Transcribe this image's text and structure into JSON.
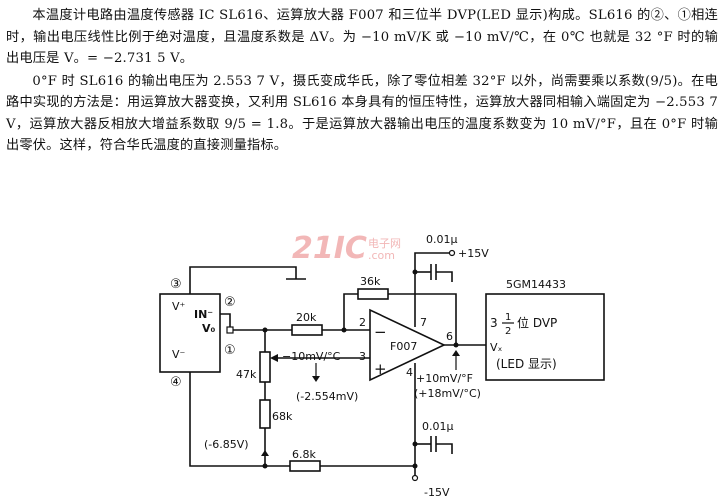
{
  "paragraphs": [
    "本温度计电路由温度传感器 IC SL616、运算放大器 F007 和三位半 DVP(LED 显示)构成。SL616 的②、①相连时，输出电压线性比例于绝对温度，且温度系数是 ΔV。为 −10 mV/K 或 −10 mV/℃，在 0℃ 也就是 32 °F 时的输出电压是 V。= −2.731 5 V。",
    "0°F 时 SL616 的输出电压为 2.553 7 V，摄氏变成华氏，除了零位相差 32°F 以外，尚需要乘以系数(9/5)。在电路中实现的方法是：用运算放大器变换，又利用 SL616 本身具有的恒压特性，运算放大器同相输入端固定为 −2.553 7 V，运算放大器反相放大增益系数取 9/5 = 1.8。于是运算放大器输出电压的温度系数变为 10 mV/°F，且在 0°F 时输出零伏。这样，符合华氏温度的直接测量指标。"
  ],
  "watermark": {
    "logo_text": "21IC",
    "cn_text": "电子网",
    "url_text": ".com"
  },
  "schematic": {
    "sensor": {
      "pin_top": "③",
      "pin_right": "②",
      "pin_out": "①",
      "pin_bottom": "④",
      "label_vplus": "V⁺",
      "label_in": "IN⁻",
      "label_vo": "V₀",
      "label_vminus": "V⁻"
    },
    "opamp": {
      "name": "F007",
      "pin_inv": "2",
      "pin_noninv": "3",
      "pin_out": "6",
      "pin_vplus": "7",
      "pin_vminus": "4",
      "sign_minus": "−",
      "sign_plus": "+"
    },
    "components": {
      "r_feedback": "36k",
      "r_input": "20k",
      "pot": "47k",
      "r_mid": "68k",
      "r_bottom": "6.8k",
      "cap_top": "0.01μ",
      "cap_bottom": "0.01μ"
    },
    "annotations": {
      "vplus_supply": "+15V",
      "vminus_supply": "-15V",
      "temp_coef_in": "−10mV/°C",
      "ref_voltage": "(-2.554mV)",
      "neg_voltage": "(-6.85V)",
      "coef_out_f": "+10mV/°F",
      "coef_out_c": "(+18mV/°C)"
    },
    "display": {
      "part_number": "5GM14433",
      "line_prefix": "3",
      "frac_num": "1",
      "frac_den": "2",
      "line_suffix": "位 DVP",
      "input_label": "Vₓ",
      "led_label": "(LED 显示)"
    }
  }
}
